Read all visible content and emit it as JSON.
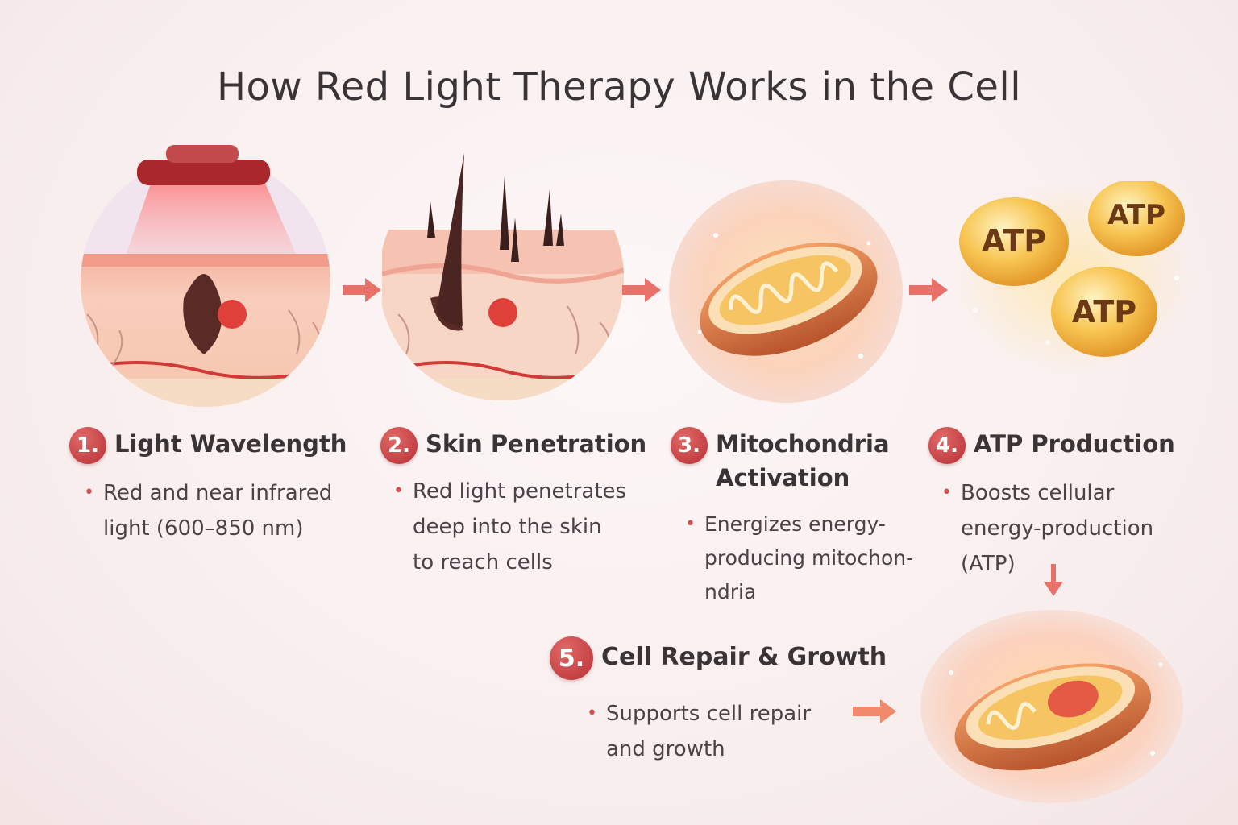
{
  "title": "How Red Light Therapy Works in the Cell",
  "steps": [
    {
      "number": "1.",
      "title": "Light Wavelength",
      "description": "Red and near infrared\nlight (600–850 nm)"
    },
    {
      "number": "2.",
      "title": "Skin Penetration",
      "description": "Red light penetrates\ndeep into the skin\nto reach cells"
    },
    {
      "number": "3.",
      "title": "Mitochondria\nActivation",
      "description": "Energizes energy-\nproducing mitochon-\nndria"
    },
    {
      "number": "4.",
      "title": "ATP Production",
      "description": "Boosts cellular\nenergy-production\n(ATP)"
    },
    {
      "number": "5.",
      "title": "Cell Repair & Growth",
      "description": "Supports cell repair\nand growth"
    }
  ],
  "atp_labels": [
    "ATP",
    "ATP",
    "ATP"
  ],
  "colors": {
    "accent": "#c0373b",
    "title": "#3a3437",
    "text": "#4a4245",
    "arrow": "#e8726a"
  }
}
